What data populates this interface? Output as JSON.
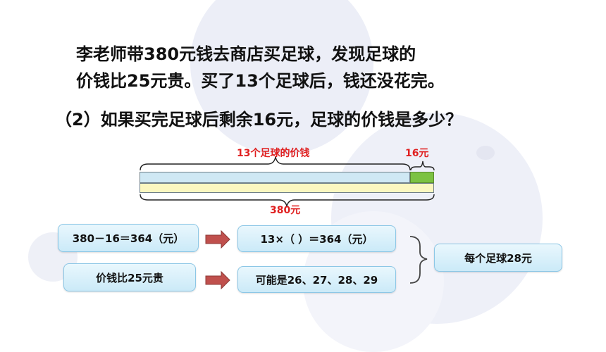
{
  "problem": {
    "line1": "李老师带380元钱去商店买足球，发现足球的",
    "line2": "价钱比25元贵。买了13个足球后，钱还没花完。",
    "question": "（2）如果买完足球后剩余16元，足球的价钱是多少？"
  },
  "diagram": {
    "label_total_price": "13个足球的价钱",
    "label_remaining": "16元",
    "label_total": "380元",
    "colors": {
      "label": "#e02020",
      "top_bar": "#cfe8f4",
      "remaining_bar": "#7cc242",
      "total_bar": "#fbf7c0"
    }
  },
  "boxes": {
    "calc": "380－16＝364（元）",
    "condition": "价钱比25元贵",
    "equation": "13×（ ）＝364（元）",
    "candidates": "可能是26、27、28、29",
    "answer": "每个足球28元"
  },
  "icons": {
    "arrow": "right-arrow-icon",
    "brace": "right-brace-icon"
  }
}
